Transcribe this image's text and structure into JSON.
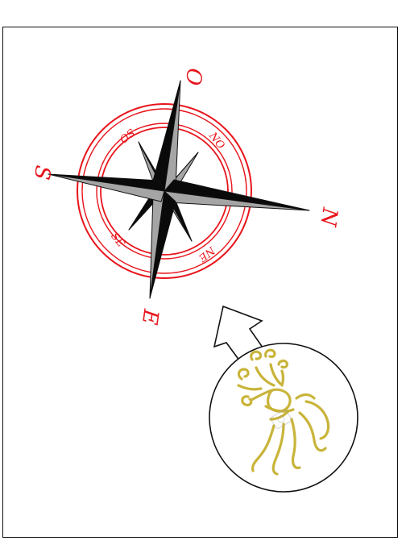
{
  "compass": {
    "cardinals": {
      "north": "N",
      "south": "S",
      "east": "E",
      "west": "O"
    },
    "ordinals": {
      "northeast": "NE",
      "northwest": "NO",
      "southeast": "SE",
      "southwest": "SO"
    },
    "ring_color": "#e8141c",
    "star_dark_color": "#0a0a0a",
    "star_light_color": "#a5a5a5"
  },
  "callout": {
    "arrow_icon": "arrow-up-icon",
    "illustration": "aquarius-water-bearer-embroidery-icon",
    "embroidery_color": "#c9b43a"
  }
}
